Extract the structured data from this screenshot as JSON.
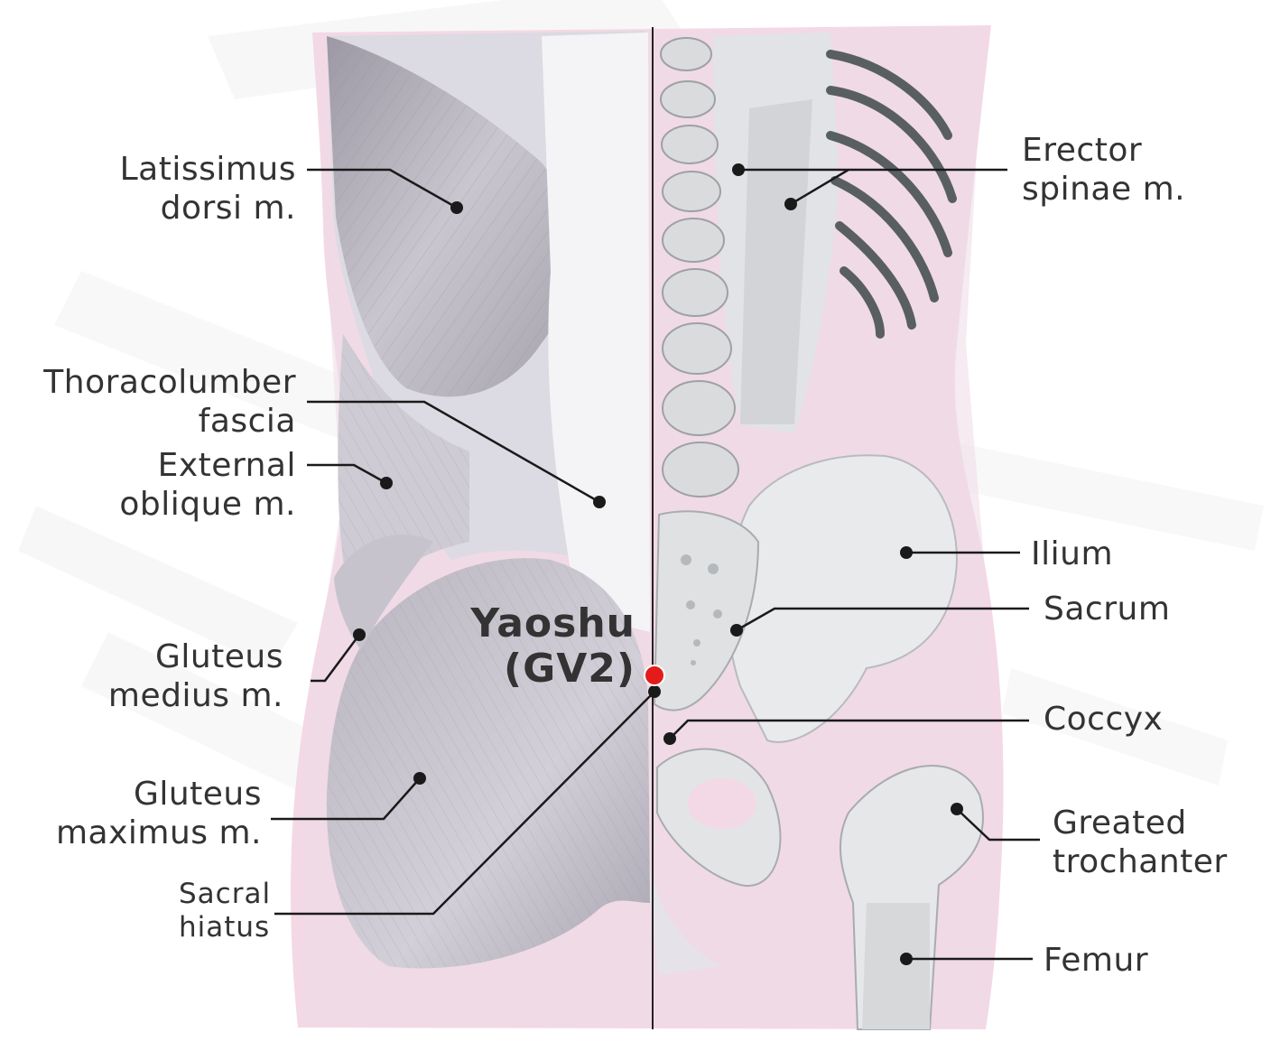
{
  "acupoint": {
    "name": "Yaoshu",
    "code": "(GV2)",
    "marker_color": "#e31b1b"
  },
  "labels": {
    "latissimus": [
      "Latissimus",
      "dorsi m."
    ],
    "thoracolumbar": [
      "Thoracolumber",
      "fascia"
    ],
    "external_oblique": [
      "External",
      "oblique m."
    ],
    "gluteus_medius": [
      "Gluteus",
      "medius m."
    ],
    "gluteus_maximus": [
      "Gluteus",
      "maximus m."
    ],
    "sacral_hiatus": [
      "Sacral",
      "hiatus"
    ],
    "erector_spinae": [
      "Erector",
      "spinae m."
    ],
    "ilium": "Ilium",
    "sacrum": "Sacrum",
    "coccyx": "Coccyx",
    "greater_trochanter": [
      "Greated",
      "trochanter"
    ],
    "femur": "Femur"
  },
  "colors": {
    "skin_pink": "#f2d3e1",
    "muscle_gray": "#b7b3bf",
    "bone_light": "#eceef0",
    "leader_line": "#1a1a1a",
    "text": "#333333"
  }
}
